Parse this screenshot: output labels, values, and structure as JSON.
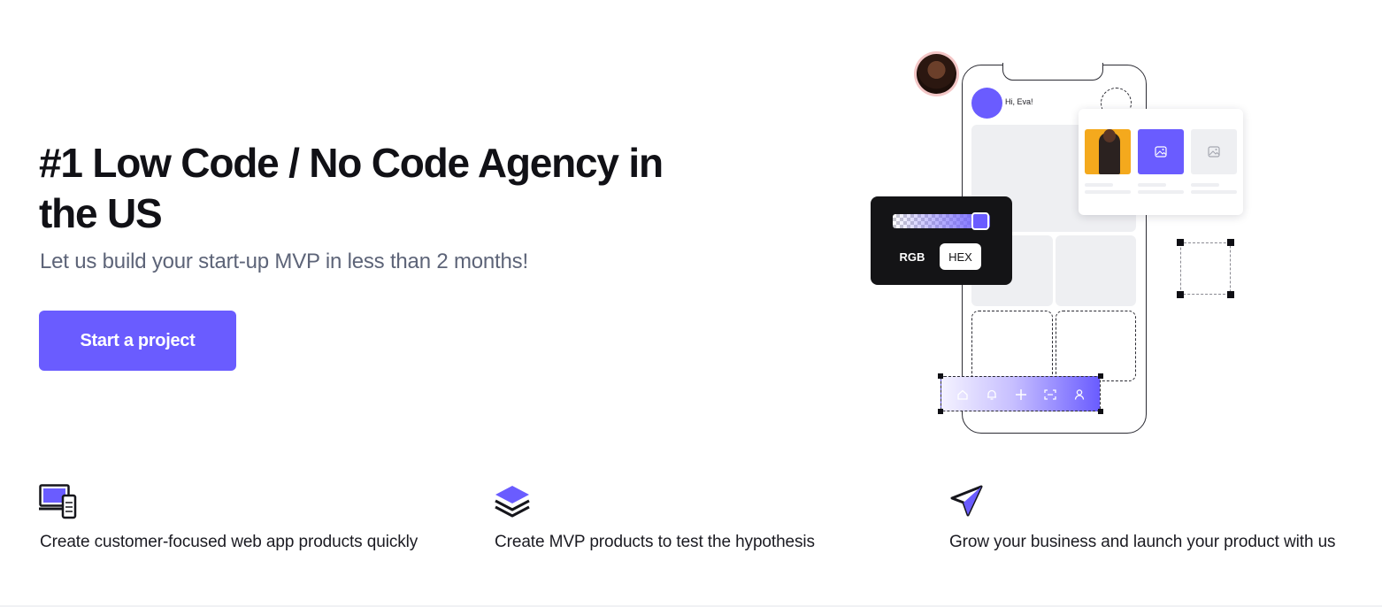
{
  "hero": {
    "title": "#1 Low Code / No Code Agency in the US",
    "subtitle": "Let us build your start-up MVP in less than 2 months!",
    "cta_label": "Start a project"
  },
  "features": [
    {
      "icon": "devices-icon",
      "text": "Create customer-focused web app products quickly"
    },
    {
      "icon": "layers-icon",
      "text": "Create MVP products to test the hypothesis"
    },
    {
      "icon": "paper-plane-icon",
      "text": "Grow your business and launch your product with us"
    }
  ],
  "illustration": {
    "greeting": "Hi, Eva!",
    "color_picker": {
      "mode_rgb": "RGB",
      "mode_hex": "HEX",
      "selected_mode": "HEX"
    },
    "tabbar_icons": [
      "home-icon",
      "bell-icon",
      "plus-icon",
      "scan-icon",
      "user-icon"
    ]
  },
  "colors": {
    "accent": "#6a5cff",
    "text_dark": "#111116",
    "text_muted": "#5d6478",
    "panel_dark": "#141416"
  }
}
